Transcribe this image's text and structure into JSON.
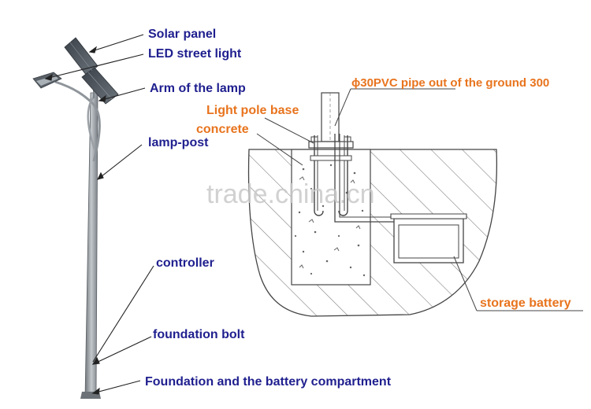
{
  "labels": {
    "solar_panel": "Solar panel",
    "led_street_light": "LED street light",
    "arm_of_lamp": "Arm of the lamp",
    "lamp_post": "lamp-post",
    "controller": "controller",
    "foundation_bolt": "foundation bolt",
    "foundation_battery": "Foundation and the battery compartment",
    "pvc_pipe": "ɸ30PVC pipe out of the ground 300",
    "light_pole_base": "Light pole base",
    "concrete": "concrete",
    "storage_battery": "storage battery"
  },
  "watermark": "trade.china.cn",
  "colors": {
    "label_blue": "#1f1f8f",
    "label_orange": "#e8741e",
    "line": "#444444",
    "pole": "#8a8f94"
  }
}
